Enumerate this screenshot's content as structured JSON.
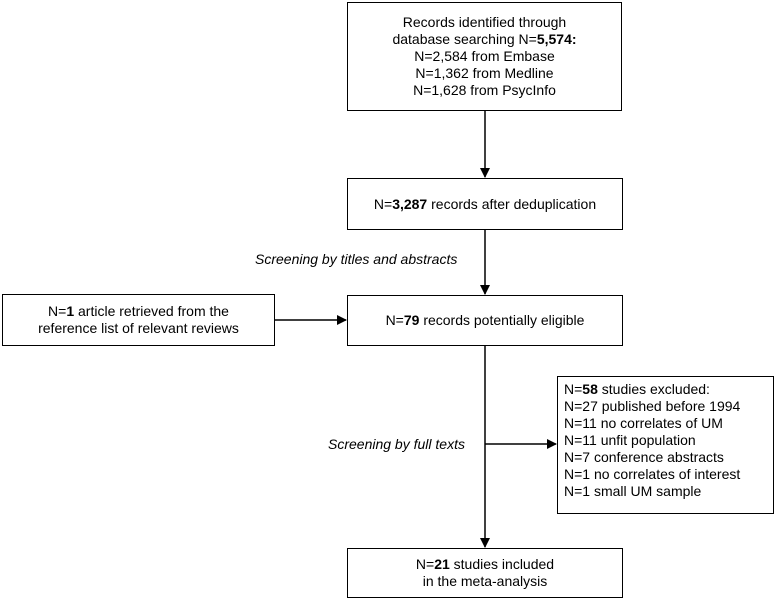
{
  "box_identified": {
    "line1": "Records identified through",
    "line2_prefix": "database searching N=",
    "line2_bold": "5,574",
    "line2_suffix": ":",
    "line3": "N=2,584 from Embase",
    "line4": "N=1,362 from Medline",
    "line5": "N=1,628 from PsycInfo"
  },
  "box_dedup": {
    "prefix": "N=",
    "bold": "3,287",
    "suffix": " records after deduplication"
  },
  "label_screen_titles": "Screening by titles and abstracts",
  "box_reference": {
    "line1_prefix": "N=",
    "line1_bold": "1",
    "line1_suffix": " article retrieved from the",
    "line2": "reference list of relevant reviews"
  },
  "box_eligible": {
    "prefix": "N=",
    "bold": "79",
    "suffix": " records potentially eligible"
  },
  "label_screen_full": "Screening by full texts",
  "box_excluded": {
    "line1_prefix": "N=",
    "line1_bold": "58",
    "line1_suffix": " studies excluded:",
    "reasons": [
      "N=27 published before 1994",
      "N=11 no correlates of UM",
      "N=11 unfit population",
      "N=7 conference abstracts",
      "N=1 no correlates of interest",
      "N=1 small UM sample"
    ]
  },
  "box_included": {
    "line1_prefix": "N=",
    "line1_bold": "21",
    "line1_suffix": " studies included",
    "line2": "in the meta-analysis"
  }
}
